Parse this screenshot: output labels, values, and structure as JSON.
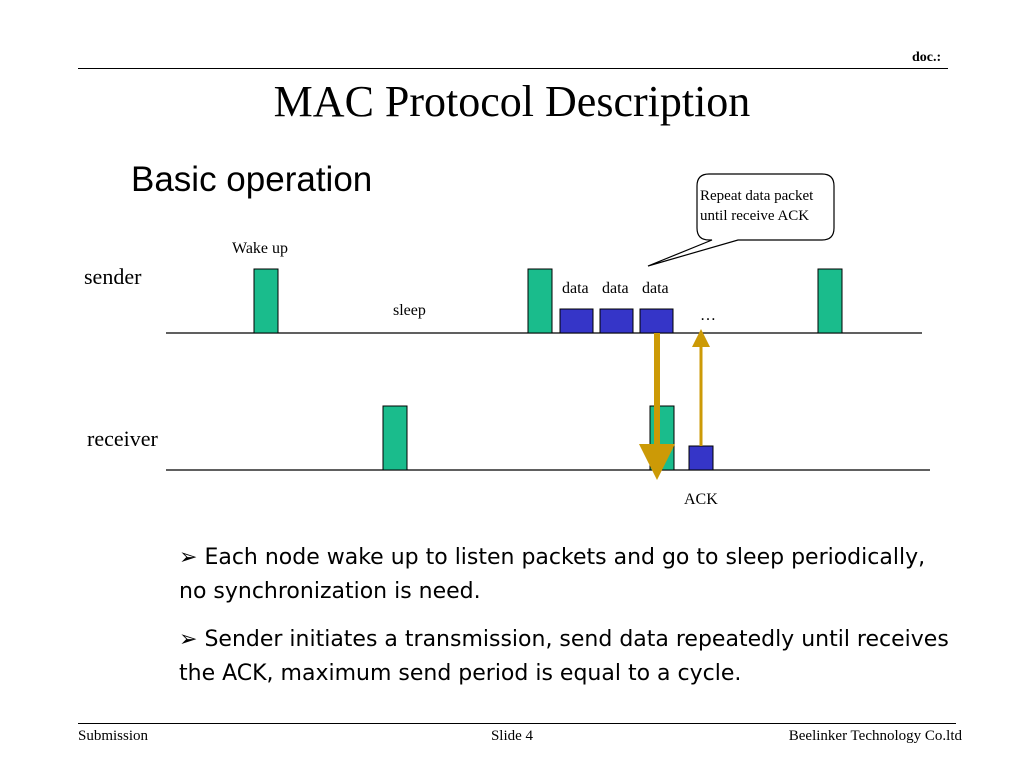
{
  "header": {
    "doc_label": "doc.:",
    "title": "MAC Protocol Description",
    "subtitle": "Basic operation"
  },
  "diagram": {
    "callout": [
      "Repeat data packet",
      "until receive ACK"
    ],
    "labels": {
      "wake_up": "Wake up",
      "sleep": "sleep",
      "ellipsis": "…",
      "ack": "ACK",
      "sender": "sender",
      "receiver": "receiver"
    },
    "data_packets": [
      "data",
      "data",
      "data"
    ],
    "colors": {
      "wake_slot": "#1ABC8C",
      "data_packet": "#3535C8",
      "arrow": "#CC9A06"
    }
  },
  "bullets": [
    {
      "marker": "➢",
      "text": "Each node wake up to listen packets and go to sleep periodically, no synchronization is need."
    },
    {
      "marker": "➢",
      "text": "Sender initiates a transmission, send data repeatedly until receives the ACK, maximum send period is equal to a cycle."
    }
  ],
  "footer": {
    "left": "Submission",
    "center": "Slide 4",
    "right": "Beelinker Technology Co.ltd"
  }
}
